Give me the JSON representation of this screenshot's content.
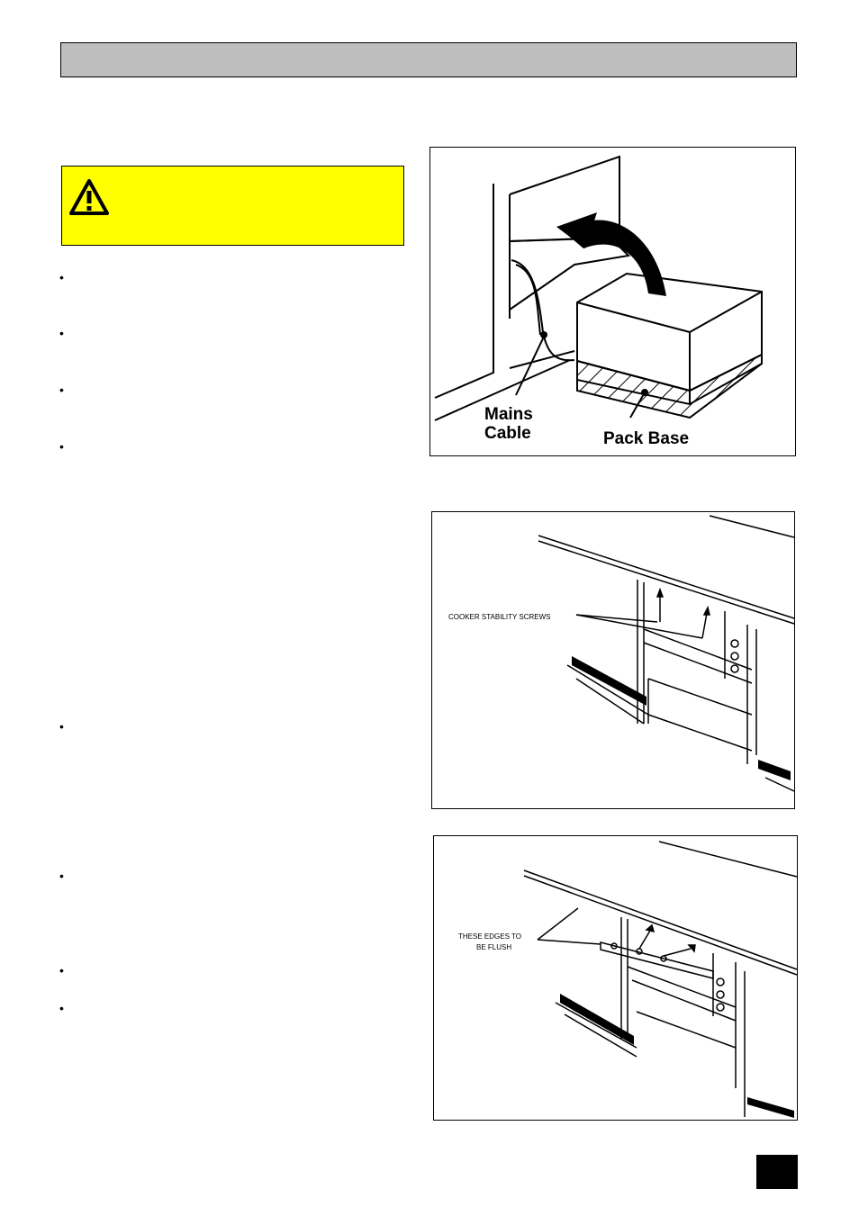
{
  "figure1": {
    "labels": {
      "mains_cable_line1": "Mains",
      "mains_cable_line2": "Cable",
      "pack_base": "Pack Base"
    }
  },
  "figure2": {
    "labels": {
      "stability_screws": "COOKER STABILITY SCREWS"
    }
  },
  "figure3": {
    "labels": {
      "flush_line1": "THESE EDGES TO",
      "flush_line2": "BE FLUSH"
    }
  },
  "colors": {
    "warning_bg": "#ffff00",
    "header_bg": "#bebebe"
  },
  "icons": {
    "warning": "warning-triangle-icon",
    "bullet": "bullet-dot"
  }
}
